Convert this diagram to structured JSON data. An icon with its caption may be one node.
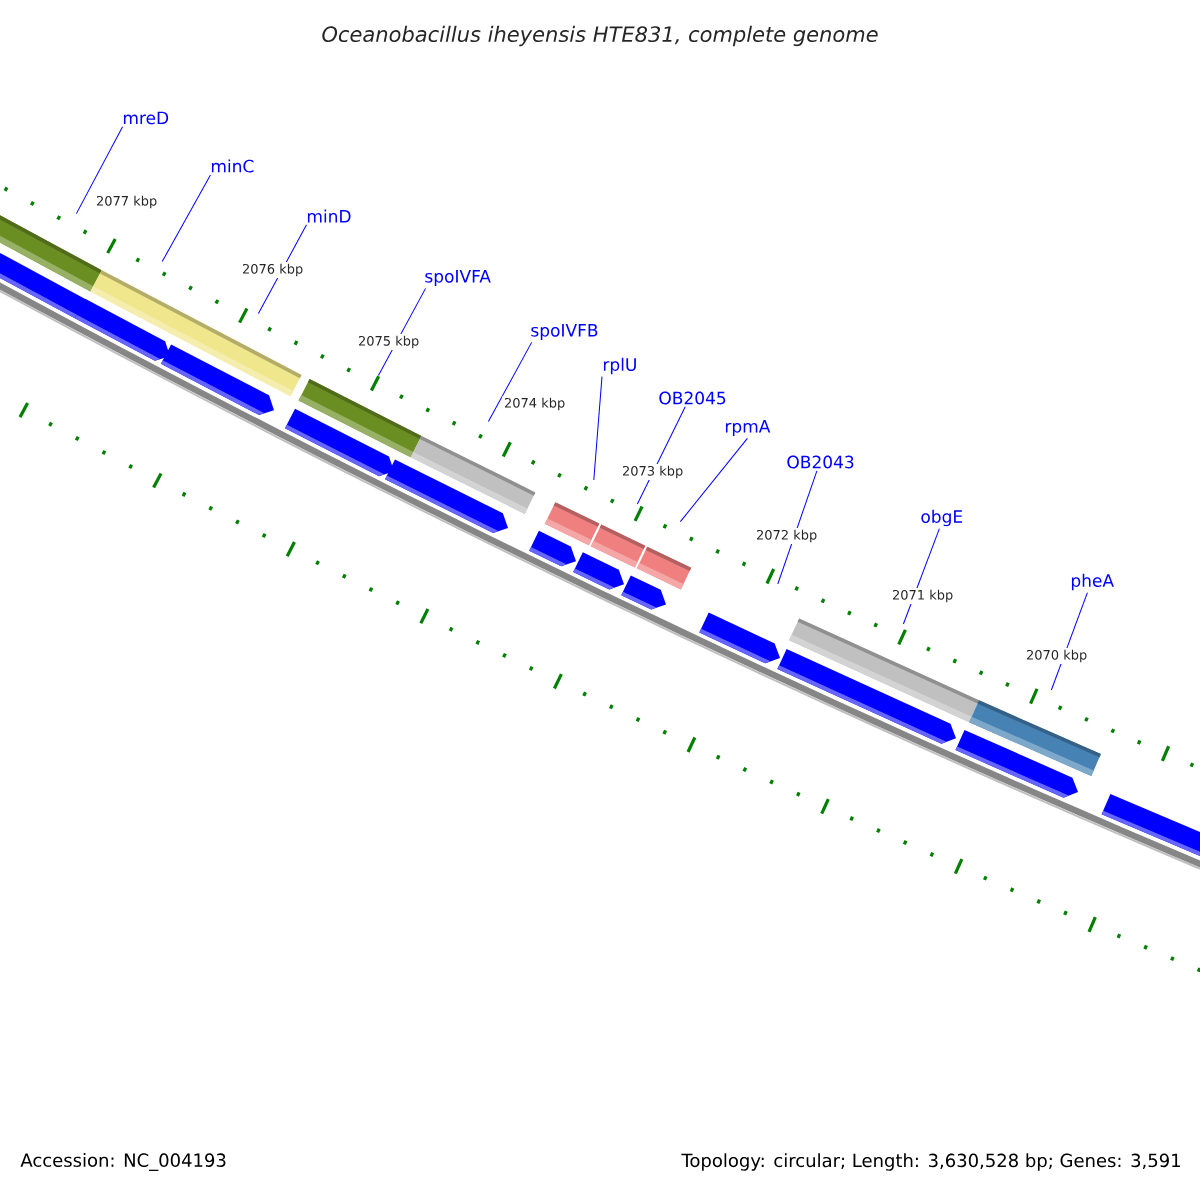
{
  "diagram": {
    "title": "Oceanobacillus iheyensis HTE831, complete genome",
    "nodes": [
      {
        "text": [
          "mreD"
        ]
      },
      {
        "text": [
          "minC"
        ]
      },
      {
        "text": [
          "minD"
        ]
      },
      {
        "text": [
          "spoIVFA"
        ]
      },
      {
        "text": [
          "spoIVFB"
        ]
      },
      {
        "text": [
          "rplU"
        ]
      },
      {
        "text": [
          "OB2045"
        ]
      },
      {
        "text": [
          "rpmA"
        ]
      },
      {
        "text": [
          "OB2043"
        ]
      },
      {
        "text": [
          "obgE"
        ]
      },
      {
        "text": [
          "pheA"
        ]
      }
    ],
    "edges": [
      {
        "from": 0,
        "to": null,
        "arrow": "none"
      },
      {
        "from": 1,
        "to": null,
        "arrow": "none"
      },
      {
        "from": 2,
        "to": null,
        "arrow": "none"
      },
      {
        "from": 3,
        "to": null,
        "arrow": "none"
      },
      {
        "from": 4,
        "to": null,
        "arrow": "none"
      },
      {
        "from": 5,
        "to": null,
        "arrow": "none"
      },
      {
        "from": 6,
        "to": null,
        "arrow": "none"
      },
      {
        "from": 7,
        "to": null,
        "arrow": "none"
      },
      {
        "from": 8,
        "to": null,
        "arrow": "none"
      },
      {
        "from": 9,
        "to": null,
        "arrow": "none"
      },
      {
        "from": 10,
        "to": null,
        "arrow": "none"
      }
    ],
    "labels": [
      "2077 kbp",
      "2076 kbp",
      "2075 kbp",
      "2074 kbp",
      "2073 kbp",
      "2072 kbp",
      "2071 kbp",
      "2070 kbp",
      "Accession: NC_004193",
      "Topology: circular; Length: 3,630,528 bp; Genes: 3,591"
    ]
  }
}
